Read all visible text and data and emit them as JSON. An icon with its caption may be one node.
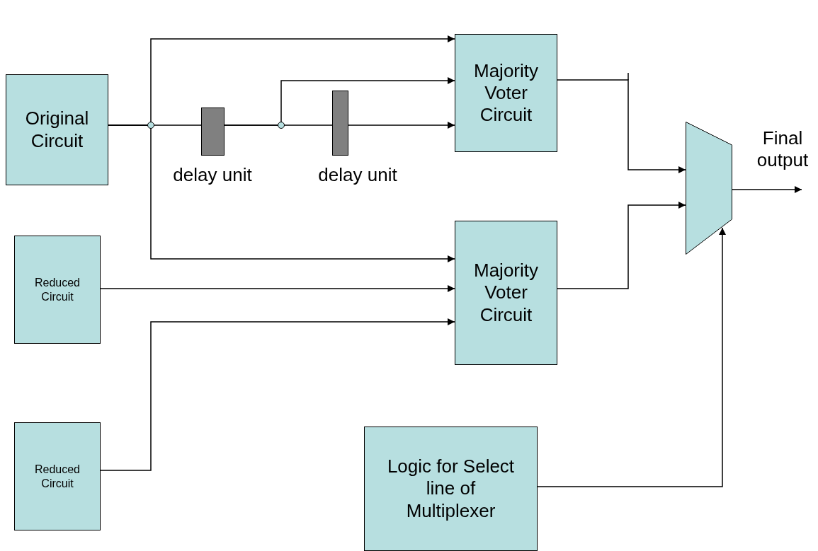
{
  "diagram": {
    "nodes": [
      {
        "text": [
          "Original Circuit"
        ]
      },
      {
        "text": [],
        "shape": "box",
        "beside": [
          "delay unit"
        ]
      },
      {
        "text": [],
        "shape": "box",
        "beside": [
          "delay unit"
        ]
      },
      {
        "text": [
          "Majority Voter Circuit"
        ]
      },
      {
        "text": [
          "Reduced Circuit"
        ]
      },
      {
        "text": [
          "Majority Voter Circuit"
        ]
      },
      {
        "text": [
          "Reduced Circuit"
        ]
      },
      {
        "text": [],
        "shape": "trapezoid"
      },
      {
        "text": [
          "Logic for Select line of Multiplexer"
        ]
      }
    ],
    "edges": [
      {
        "from": 0,
        "to": 3,
        "arrow": "to"
      },
      {
        "from": 0,
        "to": 1,
        "arrow": "none"
      },
      {
        "from": 0,
        "to": 5,
        "arrow": "to"
      },
      {
        "from": 1,
        "to": 3,
        "arrow": "to"
      },
      {
        "from": 1,
        "to": 2,
        "arrow": "none"
      },
      {
        "from": 2,
        "to": 3,
        "arrow": "to"
      },
      {
        "from": 4,
        "to": 5,
        "arrow": "to"
      },
      {
        "from": 6,
        "to": 5,
        "arrow": "to"
      },
      {
        "from": 3,
        "to": 7,
        "arrow": "to"
      },
      {
        "from": 5,
        "to": 7,
        "arrow": "to"
      },
      {
        "from": 8,
        "to": 7,
        "arrow": "to"
      },
      {
        "from": 7,
        "to": null,
        "arrow": "to"
      }
    ],
    "labels": [
      "Final output"
    ]
  }
}
